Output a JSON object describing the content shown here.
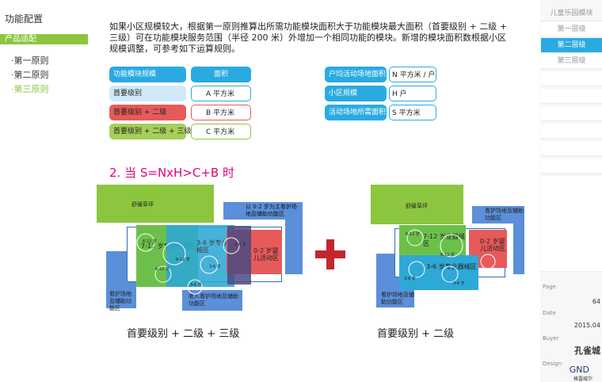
{
  "nav": {
    "title": "功能配置",
    "active": "产品适配",
    "items": [
      "·第一原则",
      "·第二原则",
      "·第三原则"
    ]
  },
  "intro": "如果小区规模较大，根据第一原则推算出所需功能模块面积大于功能模块最大面积（首要级别 + 二级 + 三级）可在功能模块服务范围（半径 200 米）外增加一个相同功能的模块。新增的模块面积数根据小区规模调整，可参考如下运算规则。",
  "legend": {
    "left": [
      {
        "label": "功能模块规模",
        "value": "面积"
      },
      {
        "label": "首要级别",
        "value": "A 平方米"
      },
      {
        "label": "首要级别 + 二级",
        "value": "B 平方米"
      },
      {
        "label": "首要级别 + 二级 + 三级",
        "value": "C 平方米"
      }
    ],
    "right": [
      {
        "label": "户均活动场地面积",
        "value": "N 平方米 / 户"
      },
      {
        "label": "小区规模",
        "value": "H 户"
      },
      {
        "label": "活动场地所需面积",
        "value": "S 平方米"
      }
    ]
  },
  "headline": "2. 当 S=NxH>C+B 时",
  "diagram_left": {
    "lawn": "舒缓草坪",
    "care_top": "以 0-2 岁为主看护场地及辅助功能区",
    "zone_712": "7-12 岁专业器械区",
    "zone_36": "3-6 岁专业器械区",
    "zone_02": "0-2 岁婴儿活动区",
    "care_left": "看护场地及辅助功能区",
    "elder": "老人看护场地及辅助功能区",
    "small_labels": [
      "6-12 岁",
      "6-12 岁",
      "6-12 岁",
      "3-6 岁",
      "3-6 岁",
      "3-6 岁"
    ],
    "caption": "首要级别 + 二级 + 三级"
  },
  "diagram_right": {
    "lawn": "舒缓草坪",
    "care_top": "看护场地及辅助功能区",
    "zone_712": "7-12 岁业器械区",
    "zone_36": "3-6 岁专业器械区",
    "zone_02": "0-2 岁婴儿活动区",
    "care_left": "看护场地及辅助功能区",
    "small_labels": [
      "6-12 岁",
      "6-12 岁",
      "3-6 岁",
      "3-6 岁"
    ],
    "caption": "首要级别 + 二级"
  },
  "panel": {
    "header": "儿童乐园模块",
    "levels": [
      "第一层级",
      "第二层级",
      "第三层级"
    ],
    "page_label": "Page",
    "page_value": "64",
    "date_label": "Date",
    "date_value": "2015.04",
    "buyer_label": "Buyer",
    "buyer_value": "孔雀城",
    "design_label": "Design",
    "design_logo": "GND",
    "design_value": "格雷威尔"
  },
  "colors": {
    "green": "#8cc63f",
    "blue": "#29abe2",
    "red": "#e75a5a",
    "magenta": "#e4007f",
    "dark_red_plus": "#c1272d"
  }
}
